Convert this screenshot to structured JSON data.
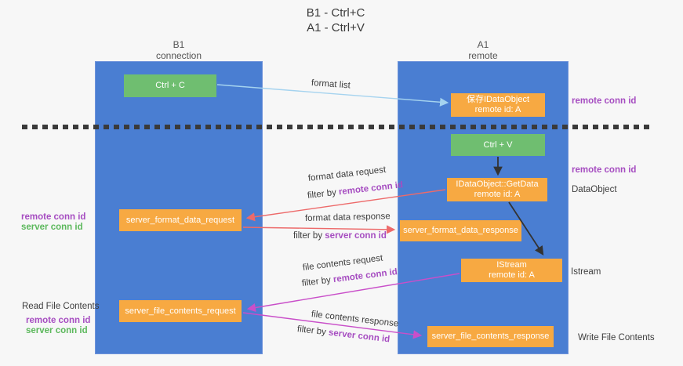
{
  "title": {
    "line1": "B1 - Ctrl+C",
    "line2": "A1 - Ctrl+V"
  },
  "columns": {
    "left": {
      "name": "B1",
      "subtitle": "connection"
    },
    "right": {
      "name": "A1",
      "subtitle": "remote"
    }
  },
  "nodes": {
    "ctrl_c": {
      "label": "Ctrl + C"
    },
    "ctrl_v": {
      "label": "Ctrl + V"
    },
    "save_dataobject": {
      "line1": "保存IDataObject",
      "line2": "remote id: A"
    },
    "getdata": {
      "line1": "IDataObject::GetData",
      "line2": "remote id: A"
    },
    "istream": {
      "line1": "IStream",
      "line2": "remote id: A"
    },
    "server_format_data_request": {
      "label": "server_format_data_request"
    },
    "server_format_data_response": {
      "label": "server_format_data_response"
    },
    "server_file_contents_request": {
      "label": "server_file_contents_request"
    },
    "server_file_contents_response": {
      "label": "server_file_contents_response"
    }
  },
  "annotations": {
    "remote_conn_id": "remote conn id",
    "server_conn_id": "server conn id",
    "dataobject": "DataObject",
    "istream": "Istream",
    "read_file_contents": "Read File Contents",
    "write_file_contents": "Write File Contents"
  },
  "arrows": {
    "format_list": {
      "label": "format list"
    },
    "format_data_request": {
      "label": "format data request",
      "filter_prefix": "filter by",
      "filter_key": "remote conn id"
    },
    "format_data_response": {
      "label": "format data response",
      "filter_prefix": "filter by",
      "filter_key": "server conn id"
    },
    "file_contents_request": {
      "label": "file contents request",
      "filter_prefix": "filter by",
      "filter_key": "remote conn id"
    },
    "file_contents_response": {
      "label": "file contents response",
      "filter_prefix": "filter by",
      "filter_key": "server conn id"
    }
  },
  "colors": {
    "column_blue": "#4a7ed2",
    "column_border": "#6f93da",
    "box_green": "#6fbe70",
    "box_orange": "#f7a942",
    "purple": "#a64dc1",
    "green_label": "#5cb85c",
    "arrow_red": "#ed6a6a",
    "arrow_magenta": "#c94fc9",
    "arrow_lightblue": "#a5d3ef",
    "arrow_black": "#333333",
    "dash": "#3a3a3a",
    "dark_text": "#3d3d3d"
  }
}
